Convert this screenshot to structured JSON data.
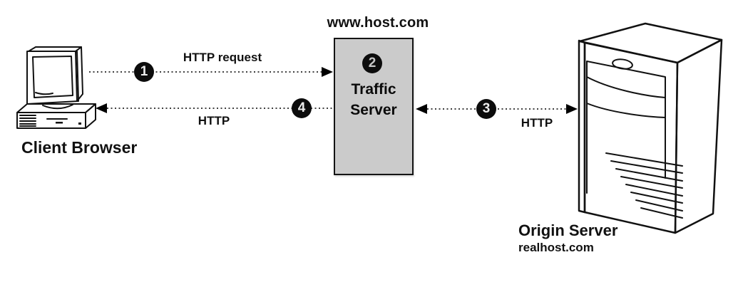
{
  "colors": {
    "box_fill": "#cbcbcb",
    "box_border": "#141414",
    "badge_bg": "#0c0c0c",
    "badge_fg": "#ededed",
    "badge2_fg": "#c6c6c6",
    "line": "#000000",
    "ink": "#111111"
  },
  "client": {
    "label": "Client Browser"
  },
  "proxy": {
    "hostname": "www.host.com",
    "name": "Traffic Server",
    "step": "2"
  },
  "origin": {
    "name": "Origin Server",
    "hostname": "realhost.com"
  },
  "flows": {
    "request": {
      "step": "1",
      "label": "HTTP request"
    },
    "proxy_origin": {
      "step": "3",
      "label": "HTTP"
    },
    "response": {
      "step": "4",
      "label": "HTTP"
    }
  }
}
